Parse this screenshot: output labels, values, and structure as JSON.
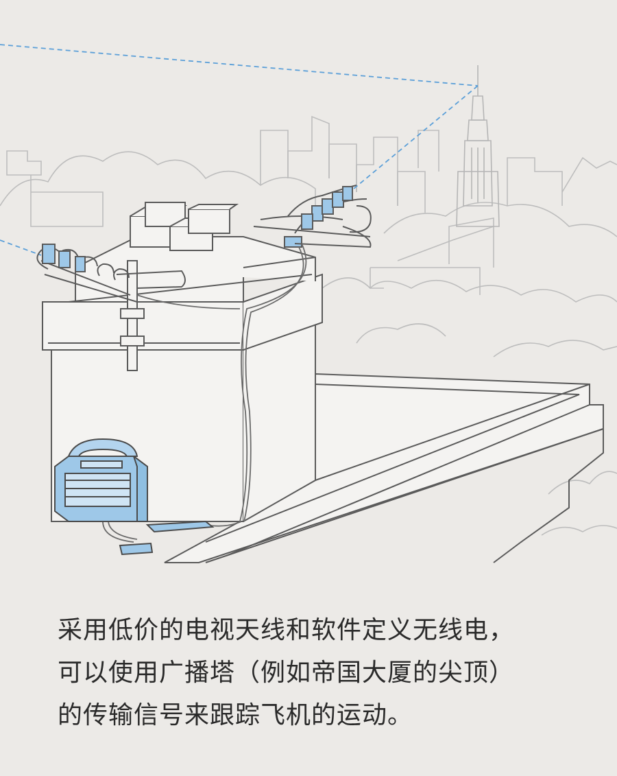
{
  "caption": {
    "lines": [
      "采用低价的电视天线和软件定义无线电，",
      "可以使用广播塔（例如帝国大厦的尖顶）",
      "的传输信号来跟踪飞机的运动。"
    ]
  },
  "illustration": {
    "objects": [
      "rooftop",
      "chimney-stack",
      "tv-antenna-left",
      "tv-antenna-right",
      "portable-power-station",
      "software-defined-radio",
      "city-skyline",
      "empire-state-building",
      "signal-path"
    ],
    "colors": {
      "background": "#eceae7",
      "line": "#5a5a5a",
      "faint_line": "#b9b9b9",
      "accent": "#9ec8e8",
      "signal": "#5b9fd8",
      "surface": "#f4f3f1",
      "text": "#2a2a2a"
    }
  }
}
